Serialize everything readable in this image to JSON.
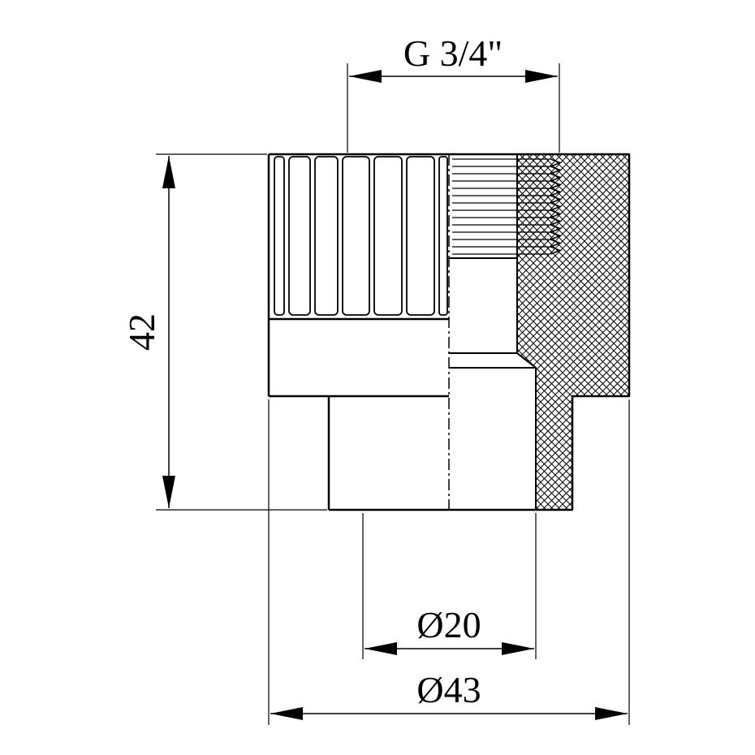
{
  "dimensions": {
    "thread": "G 3/4\"",
    "height": "42",
    "inner_diameter": "Ø20",
    "outer_diameter": "Ø43"
  },
  "colors": {
    "line": "#000000",
    "background": "#ffffff"
  }
}
